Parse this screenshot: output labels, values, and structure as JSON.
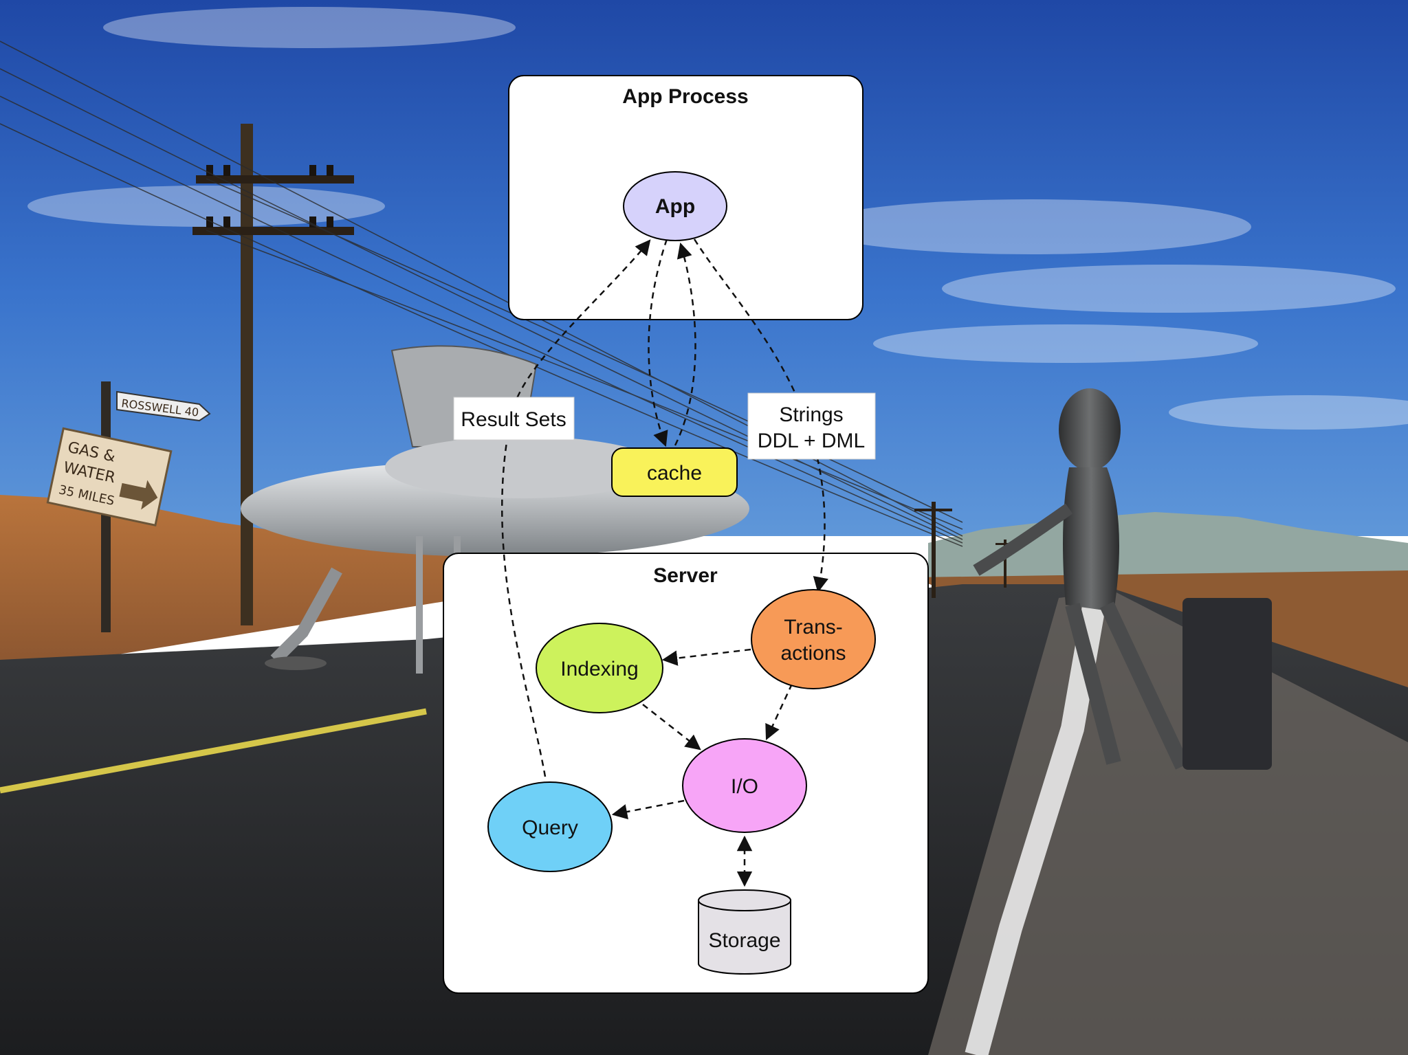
{
  "scene": {
    "signs": {
      "street_sign": "ROSSWELL 40",
      "road_sign_line1": "GAS &",
      "road_sign_line2": "WATER",
      "road_sign_line3": "35 MILES"
    }
  },
  "diagram": {
    "app_process": {
      "title": "App Process",
      "app_node": "App"
    },
    "server": {
      "title": "Server",
      "nodes": {
        "transactions_line1": "Trans-",
        "transactions_line2": "actions",
        "indexing": "Indexing",
        "io": "I/O",
        "query": "Query",
        "storage": "Storage"
      }
    },
    "cache_node": "cache",
    "edge_labels": {
      "result_sets": "Result Sets",
      "strings_line1": "Strings",
      "strings_line2": "DDL + DML"
    },
    "colors": {
      "app": "#d6d2fb",
      "cache": "#f9f25a",
      "transactions": "#f79a57",
      "indexing": "#cdf25c",
      "io": "#f7a5f7",
      "query": "#6fd0f7",
      "storage": "#e4e1e6",
      "box": "#ffffff"
    }
  }
}
